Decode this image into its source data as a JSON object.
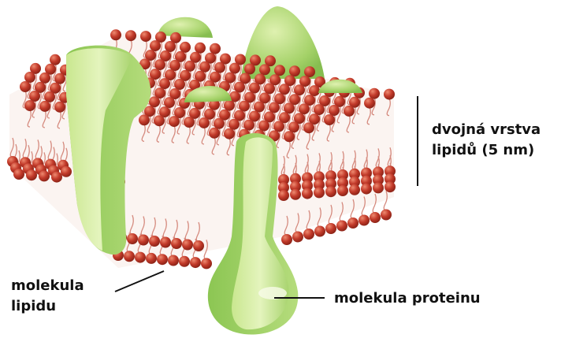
{
  "labels": {
    "bilayer": {
      "line1": "dvojná vrstva",
      "line2": "lipidů (5 nm)"
    },
    "lipid": {
      "line1": "molekula",
      "line2": "lipidu"
    },
    "protein": {
      "text": "molekula proteinu"
    }
  },
  "colors": {
    "lipid_head": "#c23a2a",
    "lipid_head_highlight": "#e06a55",
    "lipid_tail": "#d58a7e",
    "protein_light": "#d9efa8",
    "protein_mid": "#a9d46f",
    "protein_dark": "#7fb848",
    "annotation_line": "#111111"
  },
  "icons": {
    "protein": "membrane-protein-shape",
    "lipid": "phospholipid-head-circle"
  }
}
